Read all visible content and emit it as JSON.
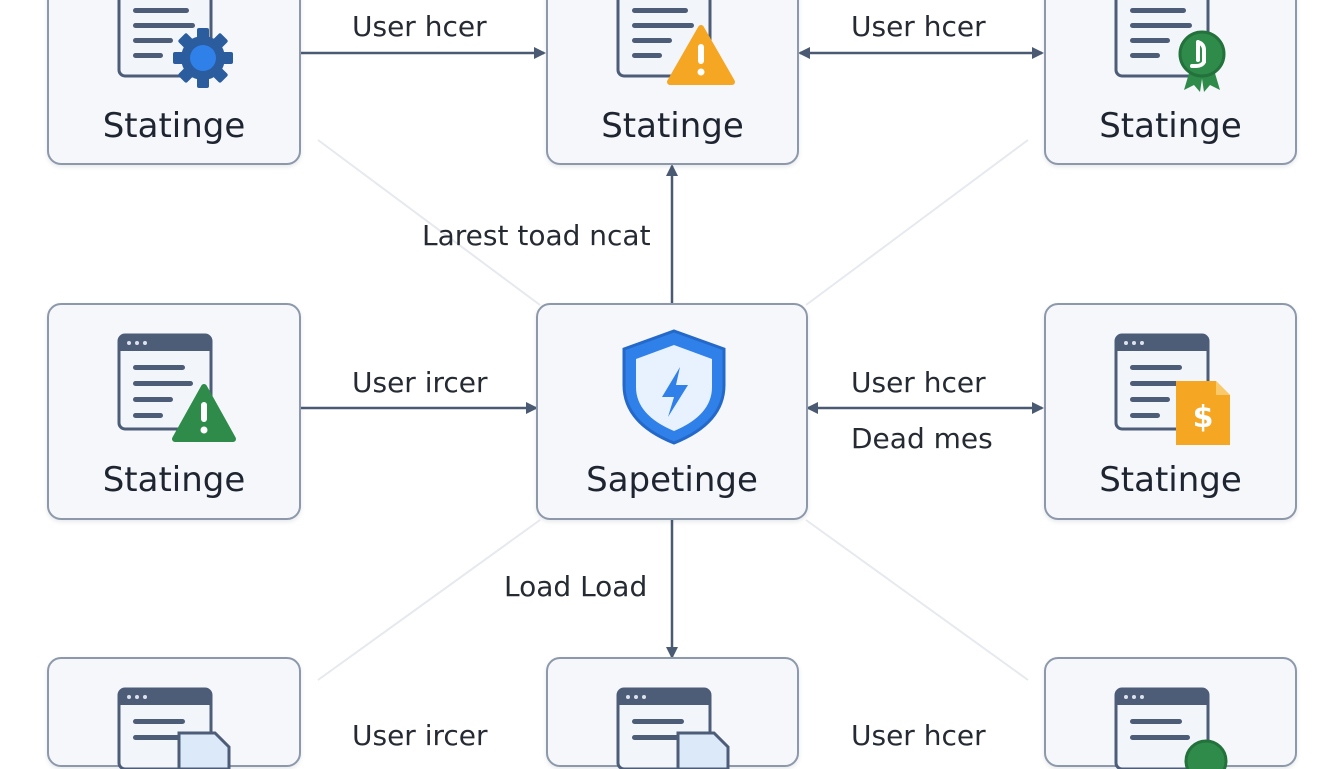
{
  "colors": {
    "edge": "#4a5a72",
    "faint_line": "#e6e9ee",
    "node_border": "#8d99aa",
    "node_fill": "#f5f7fb",
    "doc_header": "#4d5d78",
    "gear": "#2b6fd6",
    "warn_orange": "#f5a623",
    "warn_green": "#2e8b4a",
    "badge_green": "#2e8b4a",
    "money_orange": "#f5a623",
    "shield_blue": "#2f80e8"
  },
  "nodes": {
    "top_left": {
      "label": "Statinge",
      "icon": "document-gear-icon"
    },
    "top_center": {
      "label": "Statinge",
      "icon": "document-warning-icon"
    },
    "top_right": {
      "label": "Statinge",
      "icon": "document-badge-icon"
    },
    "middle_left": {
      "label": "Statinge",
      "icon": "document-alert-icon"
    },
    "center": {
      "label": "Sapetinge",
      "icon": "shield-bolt-icon"
    },
    "middle_right": {
      "label": "Statinge",
      "icon": "document-dollar-icon"
    },
    "bottom_left": {
      "label": "",
      "icon": "document-file-icon"
    },
    "bottom_center": {
      "label": "",
      "icon": "document-file-icon"
    },
    "bottom_right": {
      "label": "",
      "icon": "document-badge-icon"
    }
  },
  "edges": {
    "top_left_to_top_center": "User hcer",
    "top_center_to_top_right": "User hcer",
    "center_to_top_center": "Larest toad ncat",
    "middle_left_to_center": "User ircer",
    "center_to_middle_right": "User hcer",
    "center_to_middle_right_sub": "Dead mes",
    "center_to_bottom_center": "Load Load",
    "bottom_left_to_bottom_center": "User ircer",
    "bottom_center_to_bottom_right": "User hcer"
  }
}
